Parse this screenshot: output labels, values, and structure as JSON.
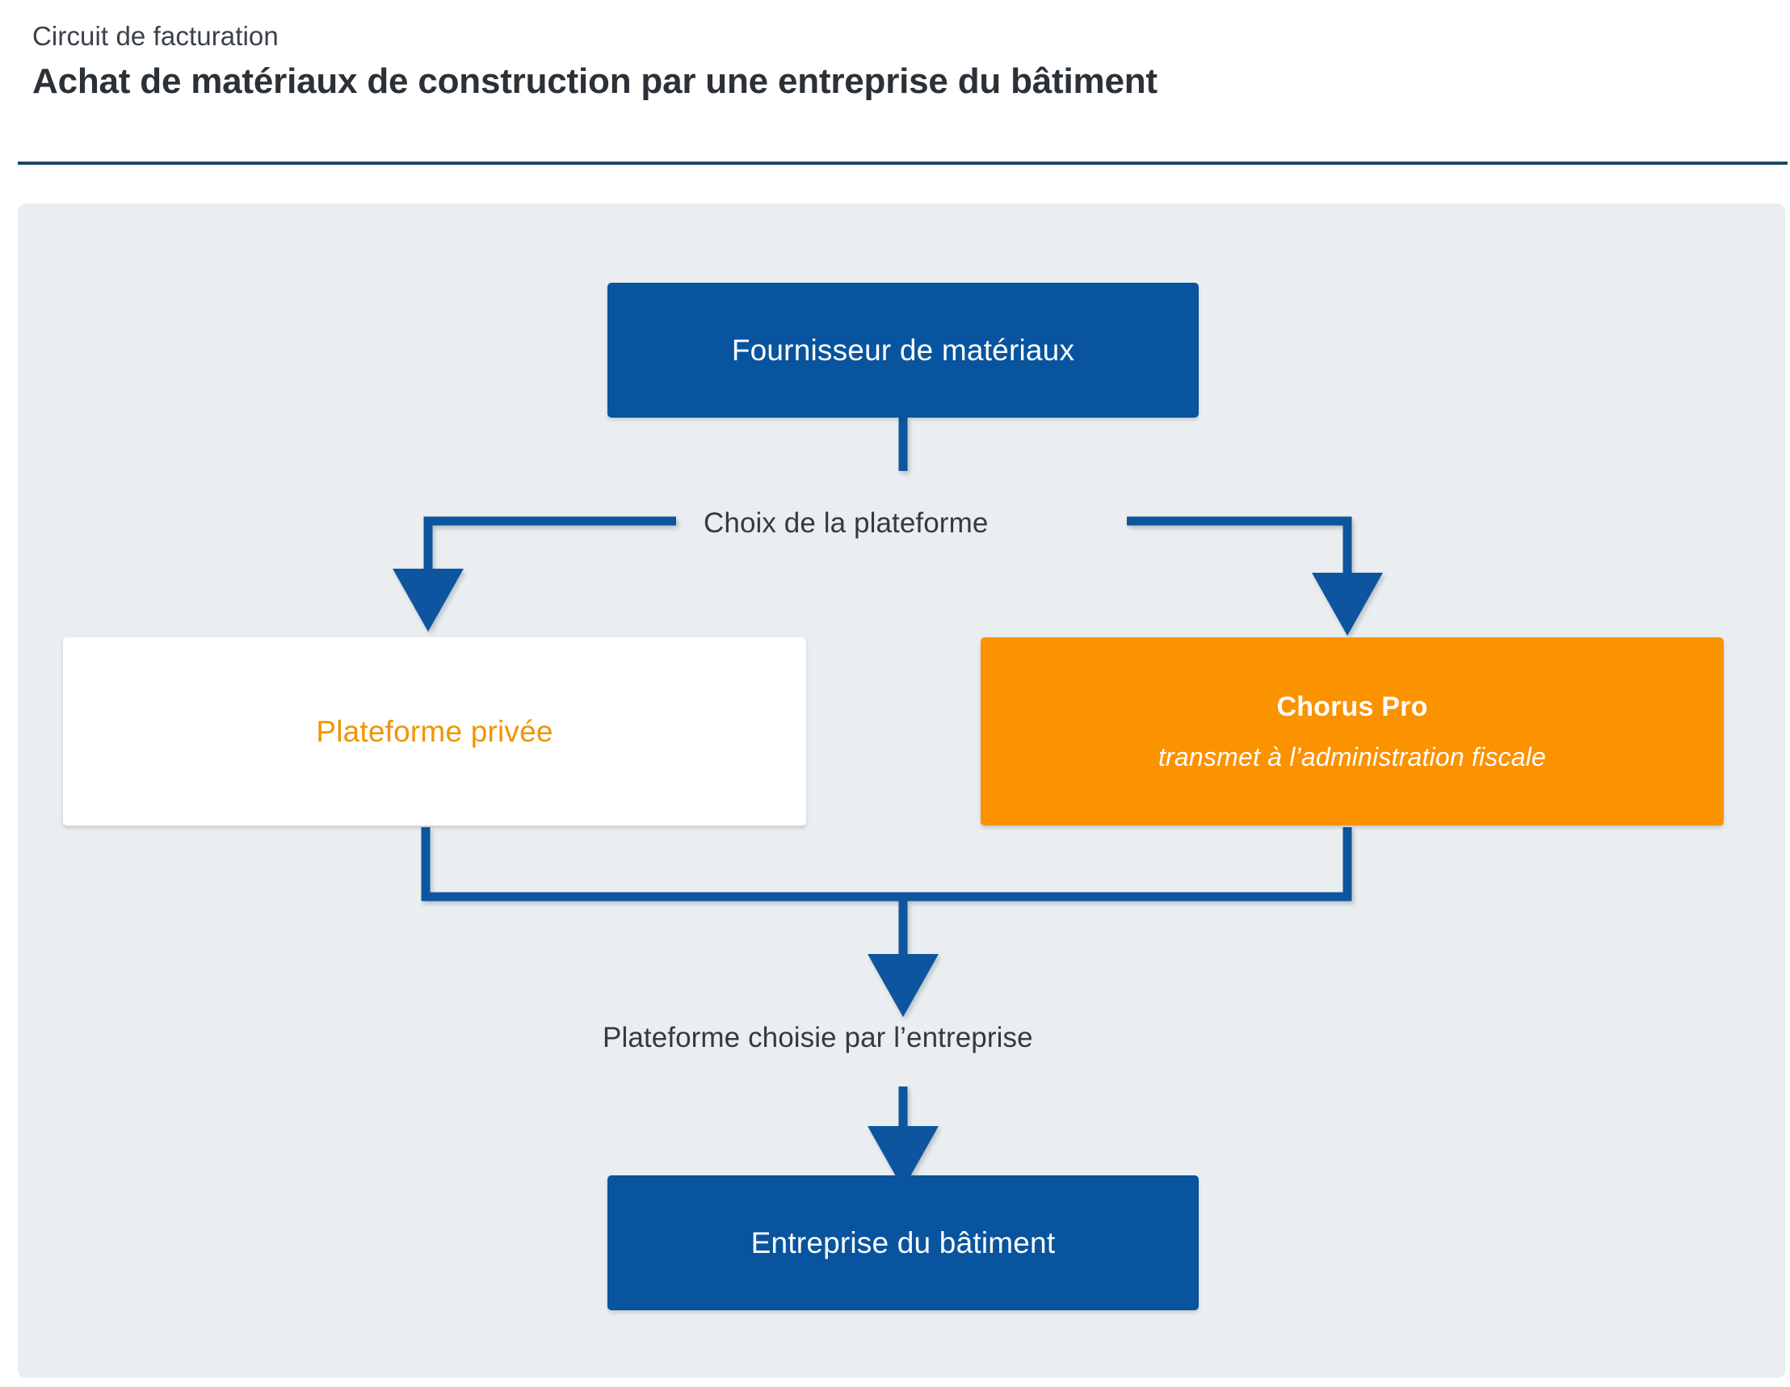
{
  "header": {
    "eyebrow": "Circuit de facturation",
    "title": "Achat de matériaux de construction par une entreprise du bâtiment"
  },
  "colors": {
    "brand_blue": "#08549e",
    "accent_orange": "#fb9200",
    "private_text_orange": "#f29400",
    "canvas_background": "#eaeef1",
    "rule": "#1b4a63",
    "text_dark": "#2b3137"
  },
  "diagram": {
    "nodes": [
      {
        "id": "supplier",
        "title": "Fournisseur de matériaux",
        "subtitle": "",
        "style": "blue"
      },
      {
        "id": "private-platform",
        "title": "Plateforme privée",
        "subtitle": "",
        "style": "white"
      },
      {
        "id": "chorus-pro",
        "title": "Chorus Pro",
        "subtitle": "transmet à l’administration fiscale",
        "style": "orange"
      },
      {
        "id": "construction-company",
        "title": "Entreprise du bâtiment",
        "subtitle": "",
        "style": "blue"
      }
    ],
    "edge_labels": [
      {
        "id": "choice",
        "text": "Choix de la plateforme"
      },
      {
        "id": "chosen",
        "text": "Plateforme choisie par l’entreprise"
      }
    ],
    "flow": [
      {
        "from": "supplier",
        "to": "private-platform",
        "label": "Choix de la plateforme"
      },
      {
        "from": "supplier",
        "to": "chorus-pro",
        "label": "Choix de la plateforme"
      },
      {
        "from": "private-platform",
        "to": "construction-company",
        "label": "Plateforme choisie par l’entreprise"
      },
      {
        "from": "chorus-pro",
        "to": "construction-company",
        "label": "Plateforme choisie par l’entreprise"
      }
    ]
  }
}
